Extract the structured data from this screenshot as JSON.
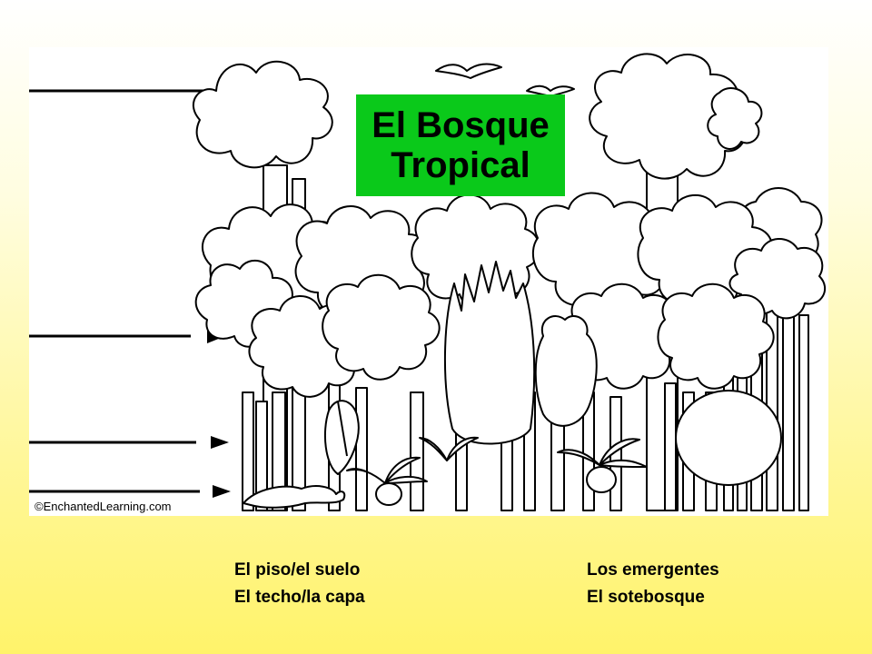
{
  "title": {
    "line1": "El Bosque",
    "line2": "Tropical"
  },
  "copyright": "©EnchantedLearning.com",
  "word_bank": {
    "left": [
      "El piso/el suelo",
      "El techo/la capa"
    ],
    "right": [
      "Los emergentes",
      "El sotebosque"
    ]
  },
  "colors": {
    "title_box": "#0ac91a",
    "background_top": "#ffffff",
    "background_bottom": "#fff36a",
    "ink": "#000000"
  },
  "arrows": [
    "arrow-emergent-layer",
    "arrow-canopy-layer",
    "arrow-understory-layer",
    "arrow-forest-floor"
  ]
}
